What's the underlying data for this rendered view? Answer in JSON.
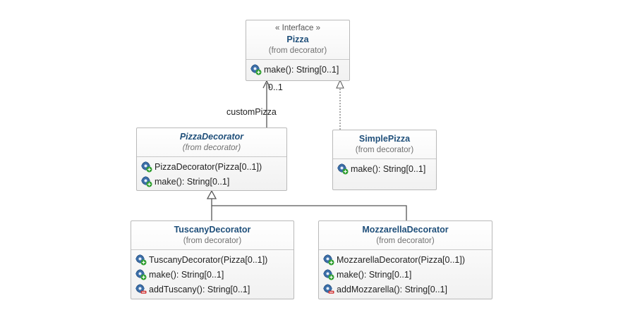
{
  "classes": {
    "pizza": {
      "stereotype": "« Interface »",
      "name": "Pizza",
      "package": "(from decorator)",
      "ops": [
        {
          "text": "make(): String[0..1]",
          "icon": "public-method-icon"
        }
      ]
    },
    "pizza_decorator": {
      "name": "PizzaDecorator",
      "package": "(from decorator)",
      "ops": [
        {
          "text": "PizzaDecorator(Pizza[0..1])",
          "icon": "public-method-icon"
        },
        {
          "text": "make(): String[0..1]",
          "icon": "public-method-icon"
        }
      ]
    },
    "simple_pizza": {
      "name": "SimplePizza",
      "package": "(from decorator)",
      "ops": [
        {
          "text": "make(): String[0..1]",
          "icon": "public-method-icon"
        }
      ]
    },
    "tuscany_decorator": {
      "name": "TuscanyDecorator",
      "package": "(from decorator)",
      "ops": [
        {
          "text": "TuscanyDecorator(Pizza[0..1])",
          "icon": "public-method-icon"
        },
        {
          "text": "make(): String[0..1]",
          "icon": "public-method-icon"
        },
        {
          "text": "addTuscany(): String[0..1]",
          "icon": "private-method-icon"
        }
      ]
    },
    "mozzarella_decorator": {
      "name": "MozzarellaDecorator",
      "package": "(from decorator)",
      "ops": [
        {
          "text": "MozzarellaDecorator(Pizza[0..1])",
          "icon": "public-method-icon"
        },
        {
          "text": "make(): String[0..1]",
          "icon": "public-method-icon"
        },
        {
          "text": "addMozzarella(): String[0..1]",
          "icon": "private-method-icon"
        }
      ]
    }
  },
  "association": {
    "role": "customPizza",
    "multiplicity": "0..1"
  },
  "colors": {
    "class_name": "#1f4f7a",
    "line": "#555555",
    "public_badge": "#2f9e2f",
    "private_badge": "#d03030"
  }
}
